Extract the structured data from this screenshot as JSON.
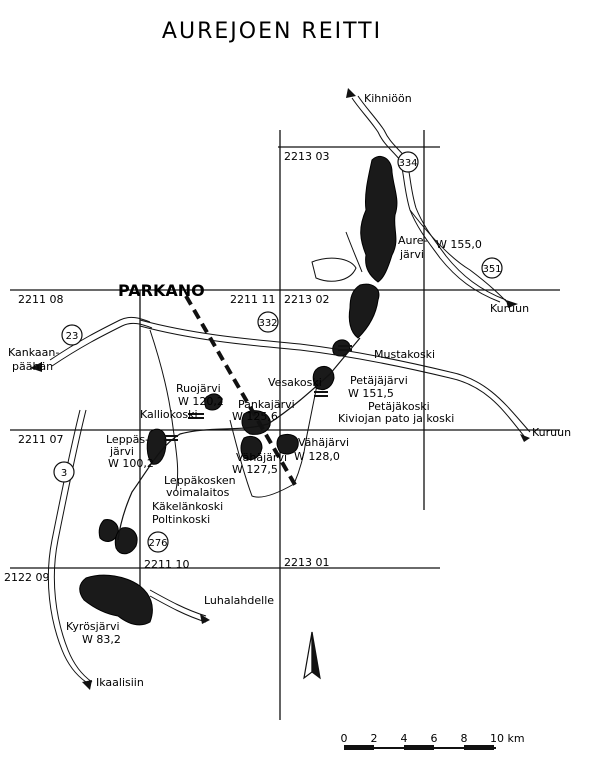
{
  "title": "AUREJOEN REITTI",
  "town": "PARKANO",
  "grid_labels": {
    "g221303": "2213 03",
    "g221108": "2211 08",
    "g221111": "2211 11",
    "g221302": "2213 02",
    "g221107": "2211 07",
    "g212209": "2122 09",
    "g221110": "2211 10",
    "g221301": "2213 01"
  },
  "route_numbers": {
    "r334": "334",
    "r351": "351",
    "r23": "23",
    "r332": "332",
    "r3": "3",
    "r276": "276"
  },
  "destinations": {
    "kihnioon": "Kihniöön",
    "kuruun1": "Kuruun",
    "kuruun2": "Kuruun",
    "kankaanpaahan1": "Kankaan-",
    "kankaanpaahan2": "päähän",
    "luhalahdelle": "Luhalahdelle",
    "ikaalisiin": "Ikaalisiin"
  },
  "features": {
    "aure1": "Aure-",
    "aure2": "järvi",
    "aure_w": "W 155,0",
    "mustakoski": "Mustakoski",
    "vesakoski": "Vesakoski",
    "petajajarvi": "Petäjäjärvi",
    "petajajarvi_w": "W 151,5",
    "petajakoski": "Petäjäkoski",
    "kiviojan": "Kiviojan pato ja koski",
    "ruojarvi": "Ruojärvi",
    "ruojarvi_w": "W 120,2",
    "kalliokoski": "Kalliokoski",
    "pankajarvi": "Pankajärvi",
    "pankajarvi_w": "W 125,6",
    "leppas1": "Leppäs-",
    "leppas2": "järvi",
    "leppas_w": "W 100,2",
    "vahajarvi_a": "Vähäjärvi",
    "vahajarvi_a_w": "W 127,5",
    "vahajarvi_b": "Vähäjärvi",
    "vahajarvi_b_w": "W 128,0",
    "leppakosken1": "Leppäkosken",
    "leppakosken2": "voimalaitos",
    "kakelankoski": "Käkelänkoski",
    "poltinkoski": "Poltinkoski",
    "kyrosjarvi": "Kyrösjärvi",
    "kyrosjarvi_w": "W 83,2"
  },
  "scale": {
    "ticks": [
      "0",
      "2",
      "4",
      "6",
      "8",
      "10 km"
    ]
  }
}
